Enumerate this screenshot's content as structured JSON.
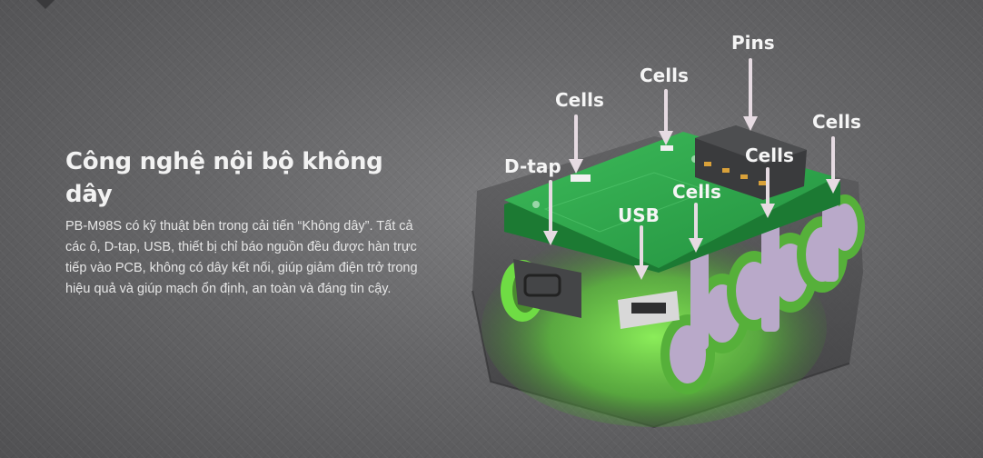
{
  "section": {
    "heading": "Công nghệ nội bộ không dây",
    "description": "PB-M98S có kỹ thuật bên trong cải tiến “Không dây”. Tất cả các ô, D-tap, USB, thiết bị chỉ báo nguồn đều được hàn trực tiếp vào PCB, không có dây kết nối, giúp giảm điện trở trong hiệu quả và giúp mạch ổn định, an toàn và đáng tin cậy."
  },
  "callouts": {
    "pins": "Pins",
    "cells_top": "Cells",
    "cells_left": "Cells",
    "cells_right": "Cells",
    "cells_mid": "Cells",
    "cells_center": "Cells",
    "dtap": "D-tap",
    "usb": "USB"
  },
  "colors": {
    "pcb": "#2fa84f",
    "glow": "#7df04a",
    "cell_cap": "#b9a9c9",
    "arrow": "#e6dbe2",
    "label": "#f5f5f5"
  }
}
